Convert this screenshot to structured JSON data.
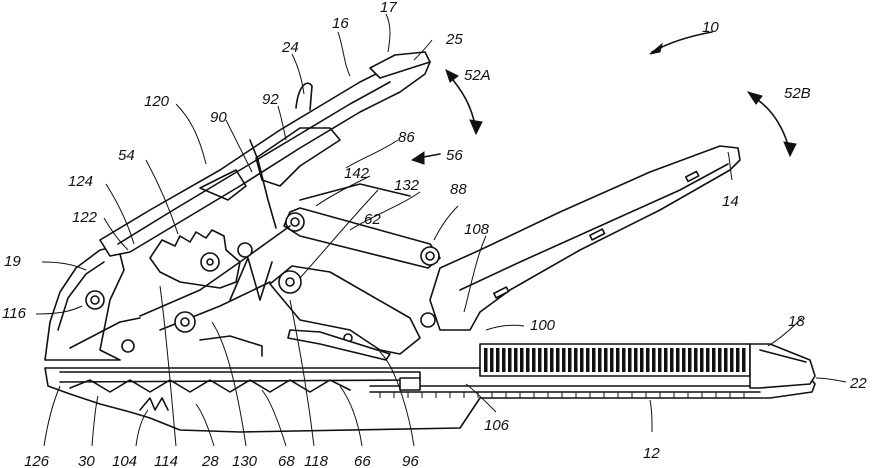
{
  "figure": {
    "labels": [
      "10",
      "12",
      "14",
      "16",
      "17",
      "18",
      "19",
      "22",
      "24",
      "25",
      "28",
      "30",
      "52A",
      "52B",
      "54",
      "56",
      "62",
      "66",
      "68",
      "86",
      "88",
      "90",
      "92",
      "96",
      "100",
      "104",
      "106",
      "108",
      "114",
      "116",
      "118",
      "120",
      "122",
      "124",
      "126",
      "130",
      "132",
      "142"
    ]
  },
  "colors": {
    "ink": "#111111",
    "background": "#ffffff"
  }
}
